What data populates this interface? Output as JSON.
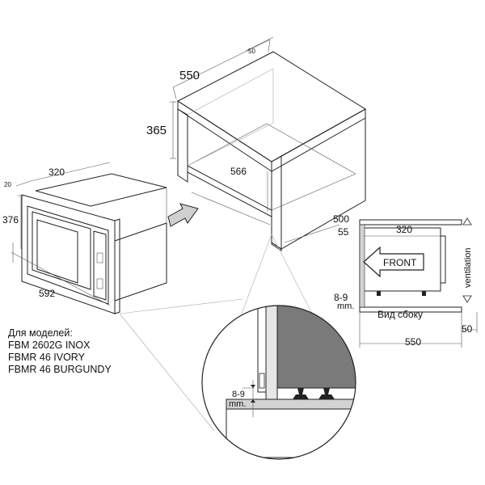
{
  "dimensions": {
    "cabinet_depth": "550",
    "cabinet_top_offset": "50",
    "opening_height": "365",
    "opening_width": "566",
    "opening_depth": "500",
    "frame_depth": "320",
    "frame_thickness": "20",
    "frame_height": "376",
    "frame_width": "592",
    "side_view_depth_top": "320",
    "side_view_partial": "55",
    "side_view_gap": "8-9",
    "side_view_gap_unit": "mm.",
    "side_view_total": "550",
    "side_view_vent": "50",
    "detail_gap": "8-9",
    "detail_gap_unit": "mm."
  },
  "side_view": {
    "front_label": "FRONT",
    "ventilation_label": "ventilation",
    "caption": "Вид сбоку"
  },
  "models": {
    "heading": "Для моделей:",
    "items": [
      "FBM 2602G INOX",
      "FBMR 46 IVORY",
      "FBMR 46 BURGUNDY"
    ]
  },
  "colors": {
    "line": "#222222",
    "cabinet_panel": "#d3d3d3",
    "microwave_body": "#bdbdbd",
    "frame_face": "#c8c8c8",
    "arrow_fill": "#cfcfcf",
    "detail_panel": "#7a7a7a"
  }
}
